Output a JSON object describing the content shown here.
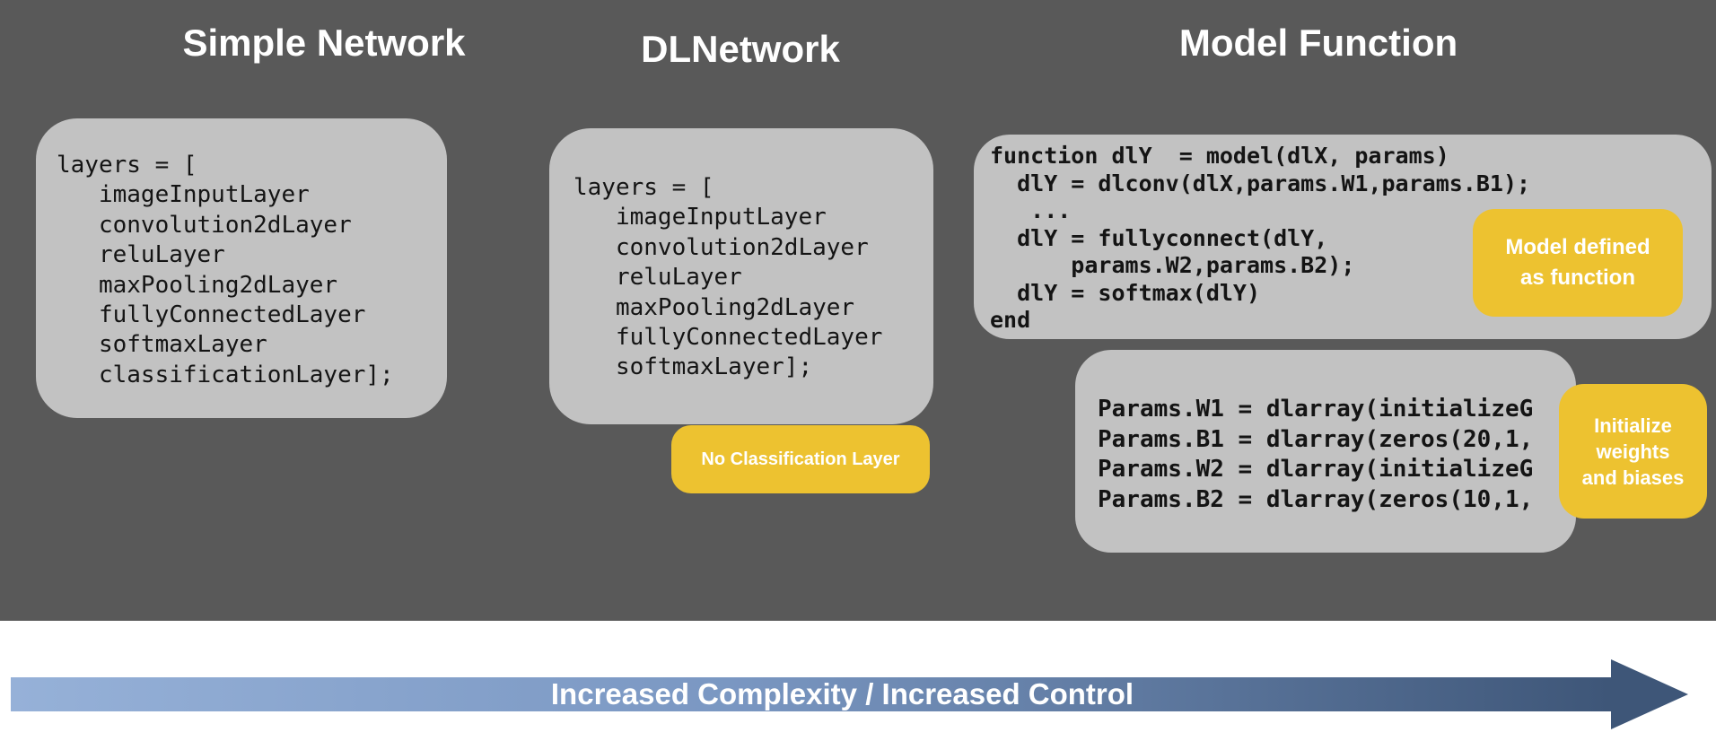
{
  "colors": {
    "background_dark": "#595959",
    "card_gray": "#C2C2C2",
    "accent_yellow": "#EDC230",
    "code_text": "#141414",
    "title_text": "#FFFFFF",
    "arrow_gradient_start": "#96B1D8",
    "arrow_gradient_end": "#3E5678"
  },
  "titles": {
    "simple_network": "Simple Network",
    "dlnetwork": "DLNetwork",
    "model_function": "Model Function"
  },
  "code_blocks": {
    "simple_network": {
      "text": "layers = [\n   imageInputLayer\n   convolution2dLayer\n   reluLayer\n   maxPooling2dLayer\n   fullyConnectedLayer\n   softmaxLayer\n   classificationLayer];"
    },
    "dlnetwork": {
      "text": "layers = [\n   imageInputLayer\n   convolution2dLayer\n   reluLayer\n   maxPooling2dLayer\n   fullyConnectedLayer\n   softmaxLayer];"
    },
    "model_function": {
      "text": "function dlY  = model(dlX, params)\n  dlY = dlconv(dlX,params.W1,params.B1);\n   ...\n  dlY = fullyconnect(dlY,\n      params.W2,params.B2);\n  dlY = softmax(dlY)\nend"
    },
    "init_params": {
      "text": "Params.W1 = dlarray(initializeG\nParams.B1 = dlarray(zeros(20,1,\nParams.W2 = dlarray(initializeG\nParams.B2 = dlarray(zeros(10,1,"
    }
  },
  "callouts": {
    "no_classification": {
      "text": "No Classification Layer"
    },
    "model_defined": {
      "text": "Model defined\nas function"
    },
    "initialize": {
      "text": "Initialize\nweights\nand biases"
    }
  },
  "arrow": {
    "label": "Increased Complexity / Increased Control"
  }
}
